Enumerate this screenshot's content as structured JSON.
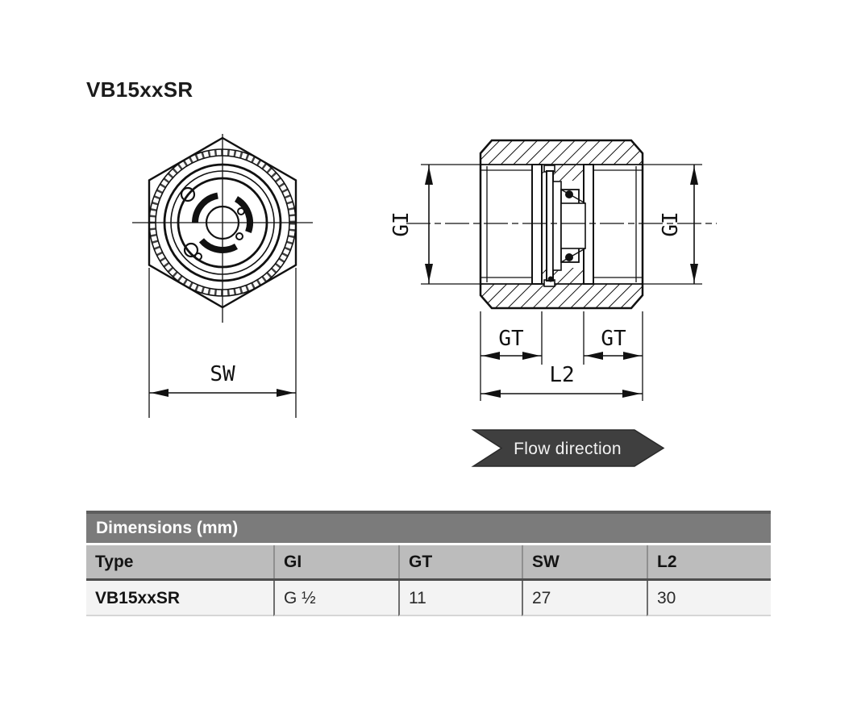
{
  "page": {
    "title": "VB15xxSR",
    "background": "#ffffff"
  },
  "drawing": {
    "front_view": {
      "description": "hex-nut-front-view",
      "labels": {
        "sw": "SW"
      }
    },
    "section_view": {
      "description": "valve-cross-section",
      "labels": {
        "gi": "GI",
        "gt": "GT",
        "l2": "L2"
      }
    },
    "flow_banner": {
      "label": "Flow direction",
      "fill": "#3f3f3f",
      "text_color": "#f2f2f2"
    },
    "line_color": "#111111"
  },
  "table": {
    "title": "Dimensions (mm)",
    "title_bg": "#7b7b7b",
    "header_bg": "#bcbcbc",
    "row_bg": "#f3f3f3",
    "columns": [
      "Type",
      "GI",
      "GT",
      "SW",
      "L2"
    ],
    "rows": [
      [
        "VB15xxSR",
        "G ½",
        "11",
        "27",
        "30"
      ]
    ]
  }
}
